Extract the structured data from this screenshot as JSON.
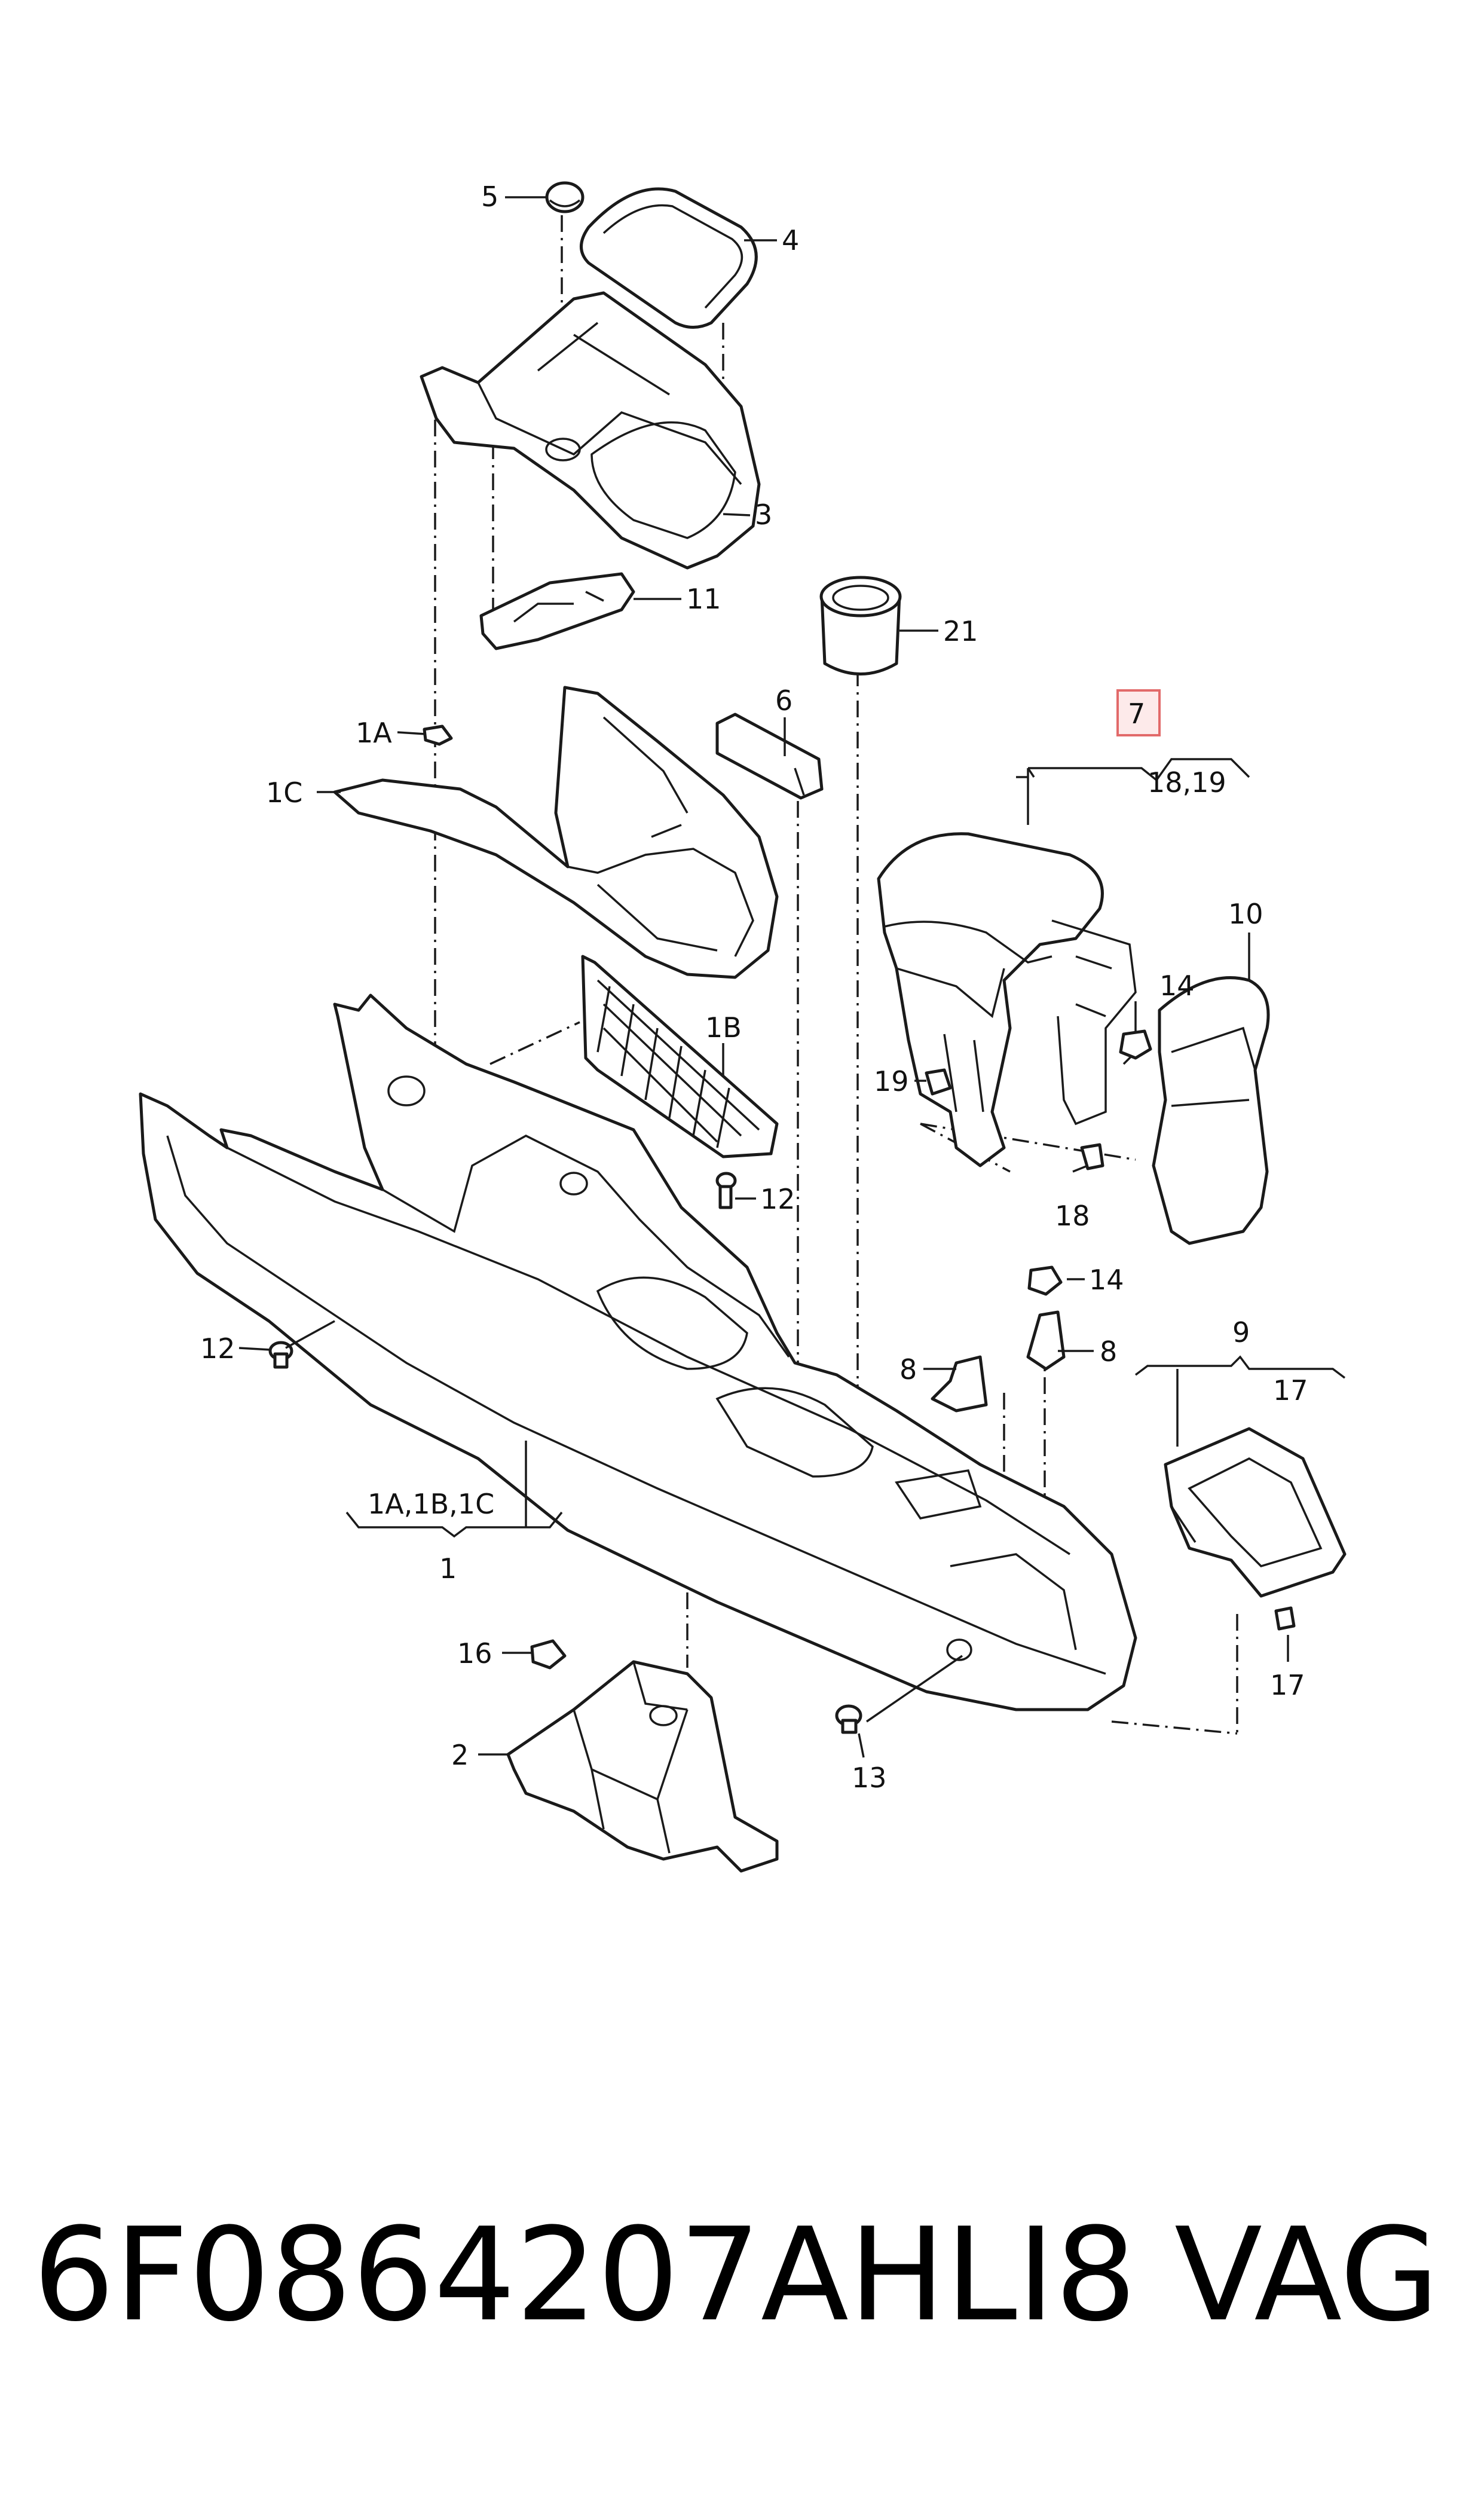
{
  "labels": {
    "p1": "1",
    "p1abc": "1A,1B,1C",
    "p1a": "1A",
    "p1b": "1B",
    "p1c": "1C",
    "p2": "2",
    "p3": "3",
    "p4": "4",
    "p5": "5",
    "p6": "6",
    "p7": "7",
    "p8a": "8",
    "p8b": "8",
    "p9": "9",
    "p10": "10",
    "p11": "11",
    "p12a": "12",
    "p12b": "12",
    "p13": "13",
    "p14a": "14",
    "p14b": "14",
    "p16": "16",
    "p17a": "17",
    "p17b": "17",
    "p18": "18",
    "p1819": "18,19",
    "p19": "19",
    "p21": "21"
  },
  "footer": {
    "part_number": "6F0864207AHLI8",
    "brand": "VAG"
  },
  "colors": {
    "line": "#1a1a1a",
    "highlight_border": "#e26a6a",
    "highlight_fill": "#fdeaea"
  }
}
